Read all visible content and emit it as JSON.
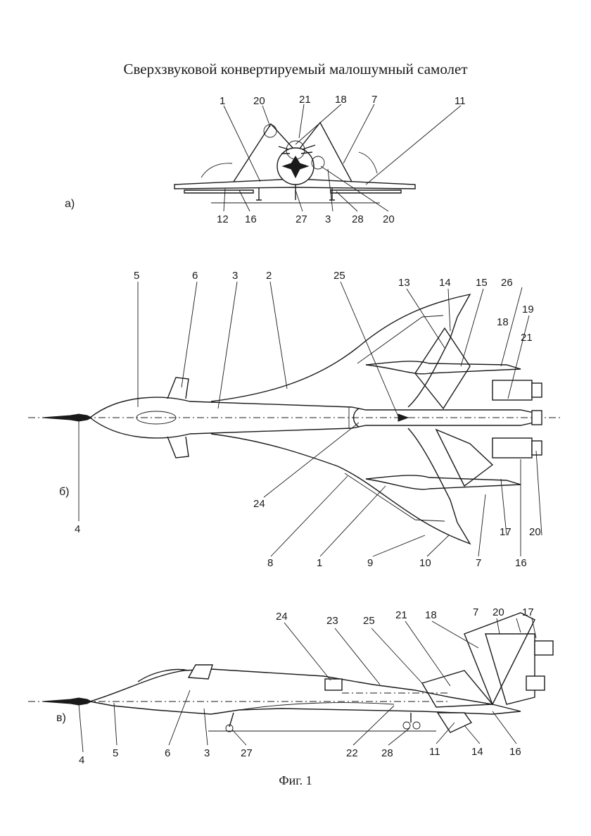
{
  "title": "Сверхзвуковой конвертируемый малошумный самолет",
  "caption": "Фиг. 1",
  "views": [
    {
      "label": "а)",
      "callouts": [
        "1",
        "20",
        "21",
        "18",
        "7",
        "11",
        "12",
        "16",
        "27",
        "3",
        "28",
        "20"
      ]
    },
    {
      "label": "б)",
      "callouts": [
        "5",
        "6",
        "3",
        "2",
        "25",
        "13",
        "14",
        "15",
        "26",
        "18",
        "19",
        "21",
        "4",
        "24",
        "8",
        "1",
        "9",
        "10",
        "7",
        "16",
        "17",
        "20"
      ]
    },
    {
      "label": "в)",
      "callouts": [
        "24",
        "23",
        "25",
        "21",
        "18",
        "7",
        "20",
        "17",
        "4",
        "5",
        "6",
        "3",
        "27",
        "22",
        "28",
        "11",
        "14",
        "16"
      ]
    }
  ]
}
